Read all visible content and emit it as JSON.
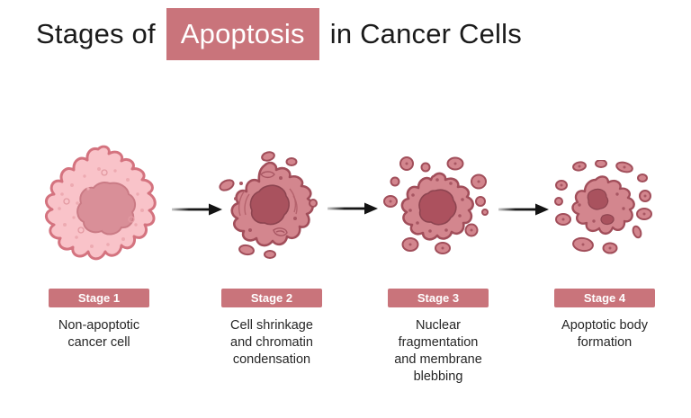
{
  "title": {
    "prefix": "Stages of",
    "highlight": "Apoptosis",
    "suffix": "in Cancer Cells"
  },
  "colors": {
    "background": "#ffffff",
    "title_text": "#1b1b1b",
    "highlight_box_bg": "#c9747b",
    "highlight_box_text": "#ffffff",
    "badge_bg": "#c9747b",
    "badge_text": "#ffffff",
    "description_text": "#262626",
    "arrow": "#141414",
    "stage1_cell_body": "#f9c3c9",
    "stage1_cell_outline": "#d4737f",
    "stage1_nucleus": "#d98f98",
    "later_stage_cell_body": "#d3868e",
    "later_stage_cell_outline": "#a14e5a",
    "later_stage_nucleus": "#a9525e"
  },
  "icons": {
    "arrow": "right-arrow",
    "stage1_illustration": "non-apoptotic-cancer-cell",
    "stage2_illustration": "shrunken-cell-condensed-chromatin",
    "stage3_illustration": "blebbing-cell-fragmented-nucleus",
    "stage4_illustration": "apoptotic-bodies"
  },
  "stages": [
    {
      "badge": "Stage 1",
      "description": "Non-apoptotic\ncancer cell"
    },
    {
      "badge": "Stage 2",
      "description": "Cell shrinkage\nand chromatin\ncondensation"
    },
    {
      "badge": "Stage 3",
      "description": "Nuclear\nfragmentation\nand membrane\nblebbing"
    },
    {
      "badge": "Stage 4",
      "description": "Apoptotic body\nformation"
    }
  ]
}
